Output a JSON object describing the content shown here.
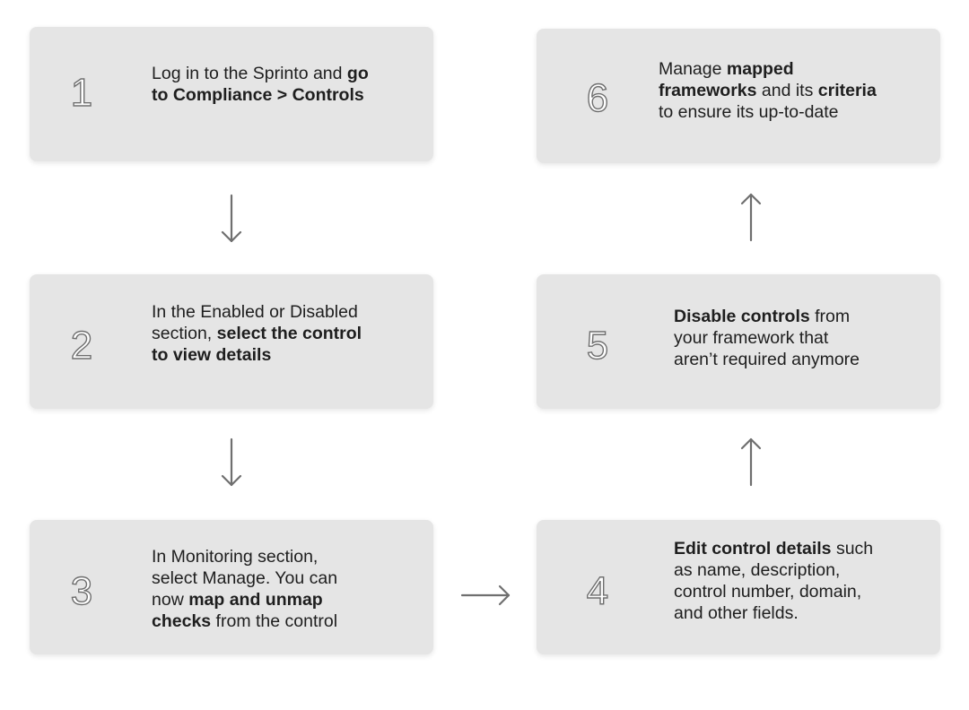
{
  "steps": [
    {
      "number": "1",
      "lines": [
        [
          {
            "t": "Log in to the Sprinto and ",
            "b": false
          },
          {
            "t": "go",
            "b": true
          }
        ],
        [
          {
            "t": "to Compliance > Controls",
            "b": true
          }
        ]
      ]
    },
    {
      "number": "2",
      "lines": [
        [
          {
            "t": "In the Enabled or Disabled",
            "b": false
          }
        ],
        [
          {
            "t": "section, ",
            "b": false
          },
          {
            "t": "select the control",
            "b": true
          }
        ],
        [
          {
            "t": "to view details",
            "b": true
          }
        ]
      ]
    },
    {
      "number": "3",
      "lines": [
        [
          {
            "t": "In Monitoring section,",
            "b": false
          }
        ],
        [
          {
            "t": "select Manage. You can",
            "b": false
          }
        ],
        [
          {
            "t": "now ",
            "b": false
          },
          {
            "t": "map and unmap",
            "b": true
          }
        ],
        [
          {
            "t": "checks",
            "b": true
          },
          {
            "t": " from the control",
            "b": false
          }
        ]
      ]
    },
    {
      "number": "4",
      "lines": [
        [
          {
            "t": "Edit control details",
            "b": true
          },
          {
            "t": " such",
            "b": false
          }
        ],
        [
          {
            "t": "as name, description,",
            "b": false
          }
        ],
        [
          {
            "t": "control number, domain,",
            "b": false
          }
        ],
        [
          {
            "t": "and other fields.",
            "b": false
          }
        ]
      ]
    },
    {
      "number": "5",
      "lines": [
        [
          {
            "t": "Disable controls",
            "b": true
          },
          {
            "t": " from",
            "b": false
          }
        ],
        [
          {
            "t": "your framework that",
            "b": false
          }
        ],
        [
          {
            "t": "aren’t required anymore",
            "b": false
          }
        ]
      ]
    },
    {
      "number": "6",
      "lines": [
        [
          {
            "t": "Manage ",
            "b": false
          },
          {
            "t": "mapped",
            "b": true
          }
        ],
        [
          {
            "t": "frameworks",
            "b": true
          },
          {
            "t": " and its ",
            "b": false
          },
          {
            "t": "criteria",
            "b": true
          }
        ],
        [
          {
            "t": "to ensure its up-to-date",
            "b": false
          }
        ]
      ]
    }
  ],
  "colors": {
    "card": "#e5e5e5",
    "text": "#1e1e1e",
    "arrow": "#6f6f6f"
  }
}
